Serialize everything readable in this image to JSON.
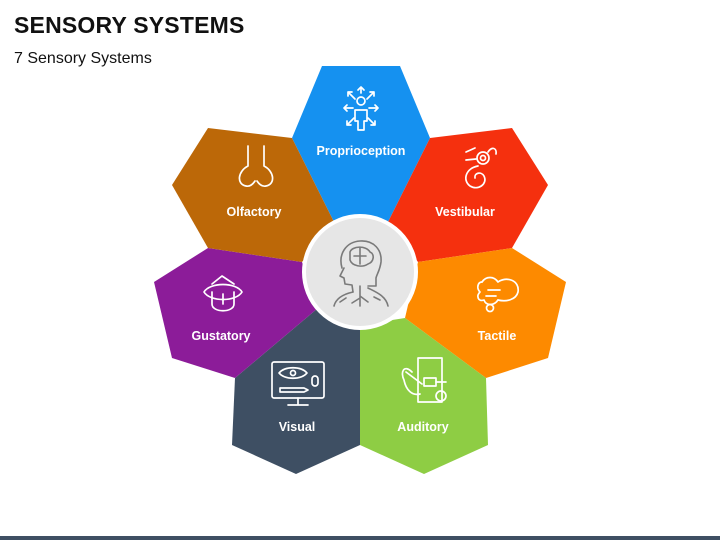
{
  "header": {
    "title": "SENSORY SYSTEMS",
    "subtitle": "7 Sensory Systems"
  },
  "diagram": {
    "center": {
      "icon": "head-brain-icon",
      "fill": "#e6e6e6",
      "stroke": "#ffffff"
    },
    "petals": [
      {
        "id": "proprioception",
        "label": "Proprioception",
        "color": "#1591f0",
        "icon": "person-arrows-icon"
      },
      {
        "id": "vestibular",
        "label": "Vestibular",
        "color": "#f5300e",
        "icon": "inner-ear-icon"
      },
      {
        "id": "tactile",
        "label": "Tactile",
        "color": "#fd8a00",
        "icon": "touch-hand-icon"
      },
      {
        "id": "auditory",
        "label": "Auditory",
        "color": "#8ecd44",
        "icon": "ear-icon"
      },
      {
        "id": "visual",
        "label": "Visual",
        "color": "#3e4f63",
        "icon": "eye-monitor-icon"
      },
      {
        "id": "gustatory",
        "label": "Gustatory",
        "color": "#8c1c99",
        "icon": "tongue-icon"
      },
      {
        "id": "olfactory",
        "label": "Olfactory",
        "color": "#bc6808",
        "icon": "nose-icon"
      }
    ]
  }
}
